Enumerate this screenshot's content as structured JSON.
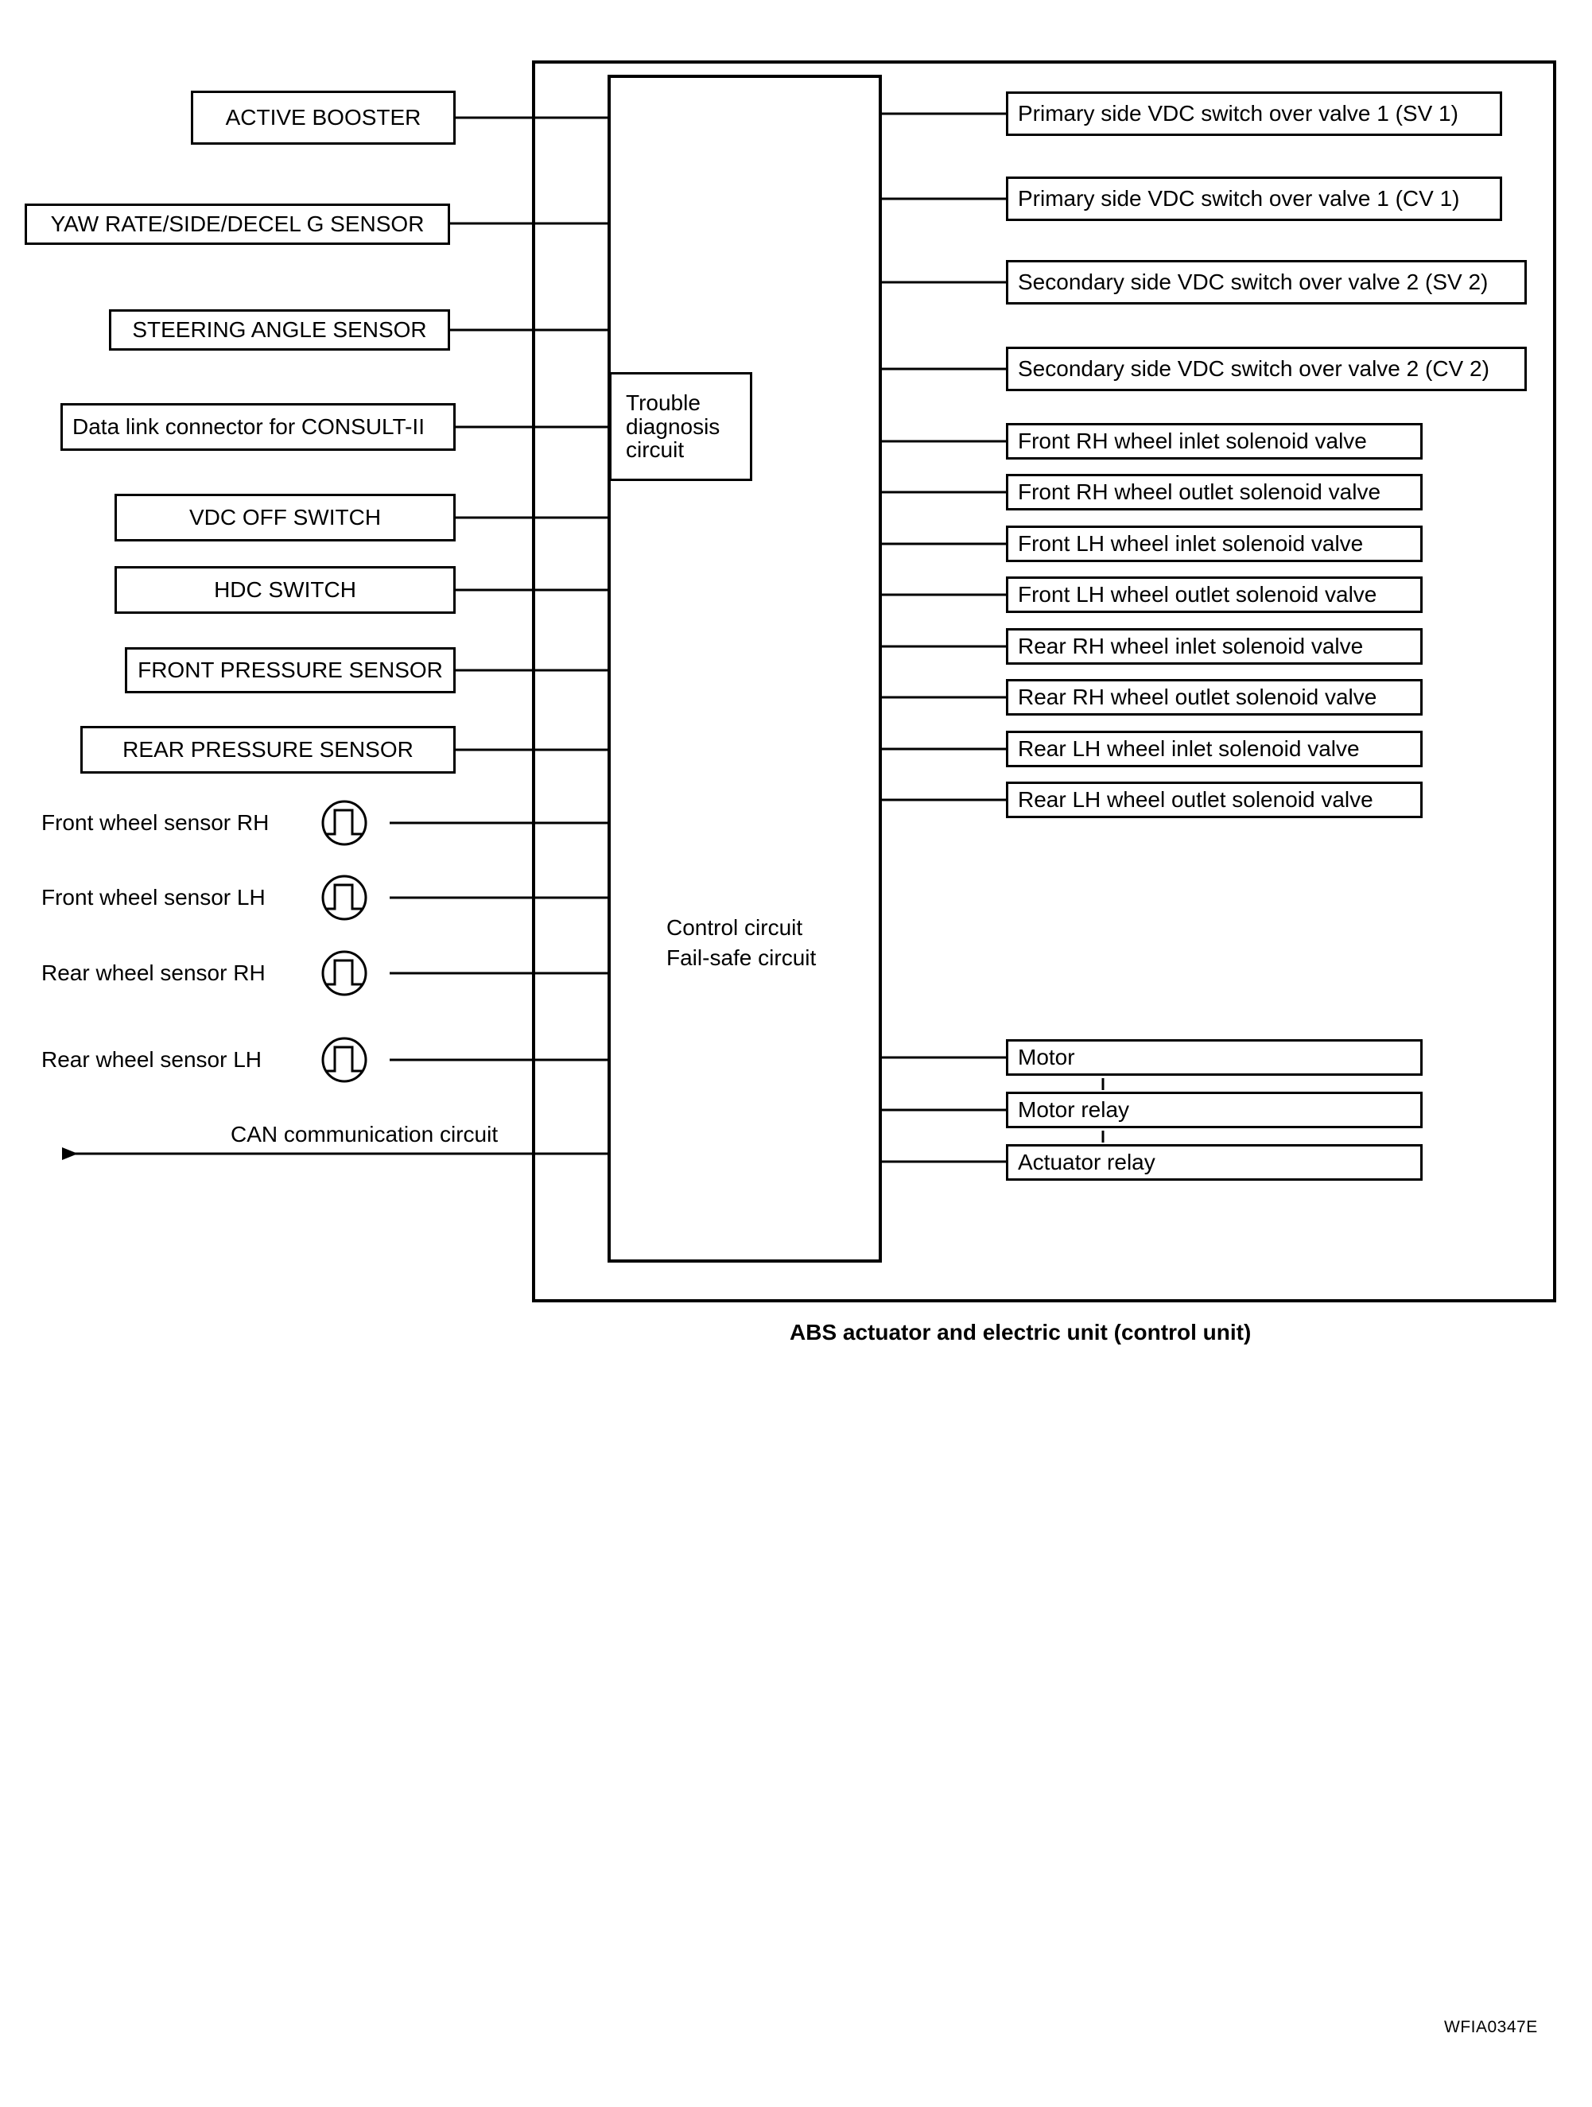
{
  "diagram": {
    "title": "ABS actuator and electric unit (control unit)",
    "reference_code": "WFIA0347E",
    "line_color": "#000000",
    "background_color": "#ffffff",
    "outer_unit_label": "ABS actuator and electric unit (control unit)",
    "center_blocks": {
      "trouble_diagnosis": "Trouble\ndiagnosis\ncircuit",
      "control_circuit": "Control circuit\nFail-safe circuit"
    },
    "inputs": [
      {
        "label": "ACTIVE BOOSTER",
        "align": "center"
      },
      {
        "label": "YAW RATE/SIDE/DECEL G SENSOR",
        "align": "center"
      },
      {
        "label": "STEERING ANGLE SENSOR",
        "align": "center"
      },
      {
        "label": "Data link connector for CONSULT-II",
        "align": "left"
      },
      {
        "label": "VDC OFF SWITCH",
        "align": "center"
      },
      {
        "label": "HDC SWITCH",
        "align": "center"
      },
      {
        "label": "FRONT PRESSURE SENSOR",
        "align": "center"
      },
      {
        "label": "REAR PRESSURE SENSOR",
        "align": "center"
      }
    ],
    "wheel_sensors": [
      {
        "label": "Front  wheel sensor RH",
        "icon": "pulse-waveform-icon"
      },
      {
        "label": "Front wheel sensor  LH",
        "icon": "pulse-waveform-icon"
      },
      {
        "label": "Rear  wheel sensor RH",
        "icon": "pulse-waveform-icon"
      },
      {
        "label": "Rear wheel sensor  LH",
        "icon": "pulse-waveform-icon"
      }
    ],
    "can_bus": {
      "label": "CAN communication circuit",
      "direction": "left"
    },
    "outputs_valves": [
      "Primary side VDC switch over valve 1 (SV 1)",
      "Primary side VDC switch over valve 1 (CV 1)",
      "Secondary side VDC switch over valve 2 (SV 2)",
      "Secondary side VDC switch over valve 2 (CV 2)"
    ],
    "outputs_solenoids": [
      "Front RH wheel inlet solenoid valve",
      "Front RH wheel outlet solenoid valve",
      "Front LH wheel inlet solenoid valve",
      "Front LH wheel outlet solenoid valve",
      "Rear RH wheel inlet solenoid valve",
      "Rear RH wheel outlet solenoid valve",
      "Rear LH wheel inlet solenoid valve",
      "Rear LH wheel outlet solenoid valve"
    ],
    "outputs_motor": [
      "Motor",
      "Motor relay",
      "Actuator relay"
    ]
  }
}
